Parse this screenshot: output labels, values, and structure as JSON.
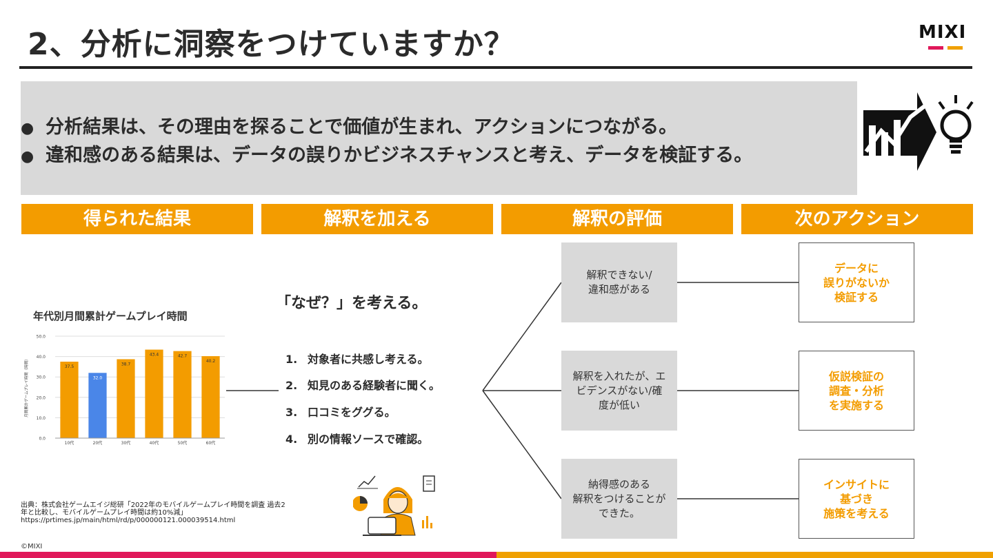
{
  "title": "2、分析に洞察をつけていますか？",
  "logo": "MIXI",
  "summary": {
    "bullets": [
      "分析結果は、その理由を探ることで価値が生まれ、アクションにつながる。",
      "違和感のある結果は、データの誤りかビジネスチャンスと考え、データを検証する。"
    ]
  },
  "columns": [
    "得られた結果",
    "解釈を加える",
    "解釈の評価",
    "次のアクション"
  ],
  "chart_data": {
    "type": "bar",
    "title": "年代別月間累計ゲームプレイ時間",
    "ylabel": "月間累計ゲームプレイ時間（時間）",
    "categories": [
      "10代",
      "20代",
      "30代",
      "40代",
      "50代",
      "60代"
    ],
    "values": [
      37.5,
      32.0,
      38.7,
      43.4,
      42.7,
      40.2
    ],
    "ylim": [
      0,
      50
    ],
    "yticks": [
      "0.0",
      "10.0",
      "20.0",
      "30.0",
      "40.0",
      "50.0"
    ],
    "grid": true,
    "colors": {
      "default": "#f39c00",
      "highlight": "#4a86e8"
    },
    "highlight_index": 1
  },
  "interpretation": {
    "question": "「なぜ？」を考える。",
    "steps": [
      {
        "num": "1.",
        "text": "対象者に共感し考える。"
      },
      {
        "num": "2.",
        "text": "知見のある経験者に聞く。"
      },
      {
        "num": "3.",
        "text": "口コミをググる。"
      },
      {
        "num": "4.",
        "text": "別の情報ソースで確認。"
      }
    ]
  },
  "evaluations": [
    "解釈できない/\n違和感がある",
    "解釈を入れたが、エ\nビデンスがない/確\n度が低い",
    "納得感のある\n解釈をつけることが\nできた。"
  ],
  "actions": [
    "データに\n誤りがないか\n検証する",
    "仮説検証の\n調査・分析\nを実施する",
    "インサイトに\n基づき\n施策を考える"
  ],
  "source": "出典：株式会社ゲームエイジ総研「2022年のモバイルゲームプレイ時間を調査 過去2年と比較し、モバイルゲームプレイ時間は約10%減」\nhttps://prtimes.jp/main/html/rd/p/000000121.000039514.html",
  "copyright": "©MIXI",
  "colors": {
    "accent": "#f39c00",
    "brand_pink": "#e0185a",
    "brand_orange": "#f0a000",
    "panel": "#d9d9d9"
  },
  "icons": [
    "growth-chart-icon",
    "lightbulb-icon",
    "person-at-laptop-illustration"
  ]
}
